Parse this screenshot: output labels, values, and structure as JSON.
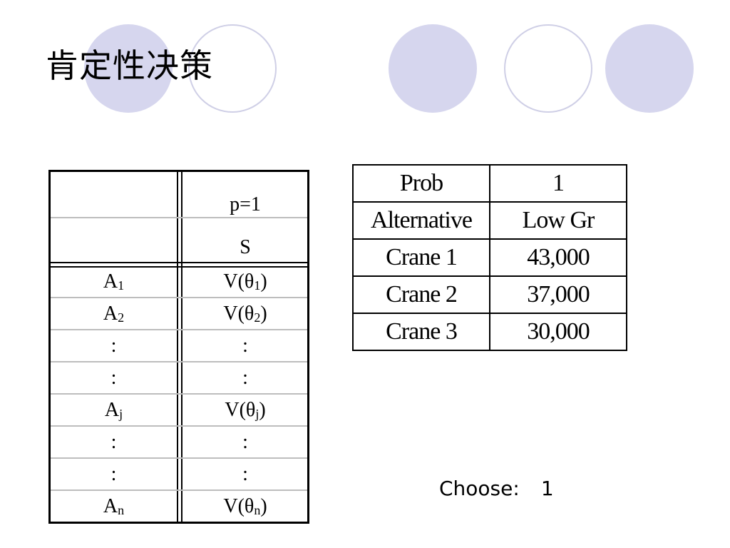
{
  "colors": {
    "circle_fill": "#d6d6ee",
    "circle_ring": "#cfcfe6"
  },
  "decorations": [
    "filled-circle",
    "outline-circle",
    "filled-circle",
    "outline-circle",
    "filled-circle"
  ],
  "title": "肯定性决策",
  "matrix": {
    "header_p": "p=1",
    "header_s": "S",
    "rows": [
      {
        "alt": "A",
        "alt_sub": "1",
        "val": "V(θ",
        "val_sub": "1",
        "val_end": ")"
      },
      {
        "alt": "A",
        "alt_sub": "2",
        "val": "V(θ",
        "val_sub": "2",
        "val_end": ")"
      },
      {
        "alt": ":",
        "alt_sub": "",
        "val": ":",
        "val_sub": "",
        "val_end": ""
      },
      {
        "alt": ":",
        "alt_sub": "",
        "val": ":",
        "val_sub": "",
        "val_end": ""
      },
      {
        "alt": "A",
        "alt_sub": "j",
        "val": "V(θ",
        "val_sub": "j",
        "val_end": ")"
      },
      {
        "alt": ":",
        "alt_sub": "",
        "val": ":",
        "val_sub": "",
        "val_end": ""
      },
      {
        "alt": ":",
        "alt_sub": "",
        "val": ":",
        "val_sub": "",
        "val_end": ""
      },
      {
        "alt": "A",
        "alt_sub": "n",
        "val": "V(θ",
        "val_sub": "n",
        "val_end": ")"
      }
    ]
  },
  "payoff_table": {
    "rows": [
      [
        "Prob",
        "1"
      ],
      [
        "Alternative",
        "Low Gr"
      ],
      [
        "Crane 1",
        "43,000"
      ],
      [
        "Crane 2",
        "37,000"
      ],
      [
        "Crane 3",
        "30,000"
      ]
    ]
  },
  "choose": {
    "label": "Choose:",
    "value": "1"
  }
}
